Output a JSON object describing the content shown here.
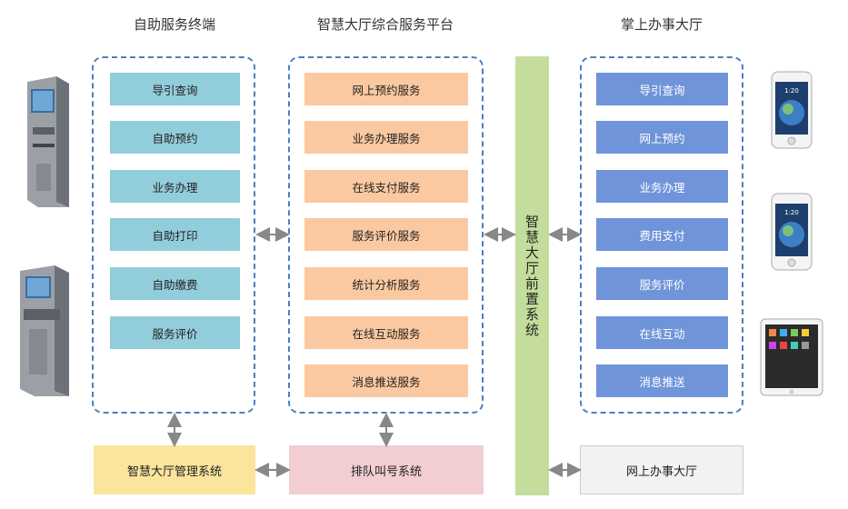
{
  "titles": {
    "terminal": "自助服务终端",
    "platform": "智慧大厅综合服务平台",
    "mobile": "掌上办事大厅"
  },
  "terminal_items": [
    "导引查询",
    "自助预约",
    "业务办理",
    "自助打印",
    "自助缴费",
    "服务评价"
  ],
  "platform_items": [
    "网上预约服务",
    "业务办理服务",
    "在线支付服务",
    "服务评价服务",
    "统计分析服务",
    "在线互动服务",
    "消息推送服务"
  ],
  "front_system": "智慧大厅前置系统",
  "mobile_items": [
    "导引查询",
    "网上预约",
    "业务办理",
    "费用支付",
    "服务评价",
    "在线互动",
    "消息推送"
  ],
  "bottom": {
    "management": "智慧大厅管理系统",
    "queue": "排队叫号系统",
    "online_hall": "网上办事大厅"
  },
  "devices": {
    "kiosk_top": "kiosk-terminal-icon",
    "kiosk_bottom": "kiosk-terminal-icon",
    "phone_top_time": "1:20",
    "phone_mid_time": "1:20",
    "tablet": "tablet-icon"
  },
  "colors": {
    "terminal_box": "#92cddc",
    "platform_box": "#fbc9a1",
    "mobile_box": "#6f94d9",
    "front_bar": "#c4dd9c",
    "management": "#fbe59c",
    "queue": "#f2cdd1",
    "online_hall": "#f2f2f2",
    "panel_border": "#4a7fc1"
  }
}
